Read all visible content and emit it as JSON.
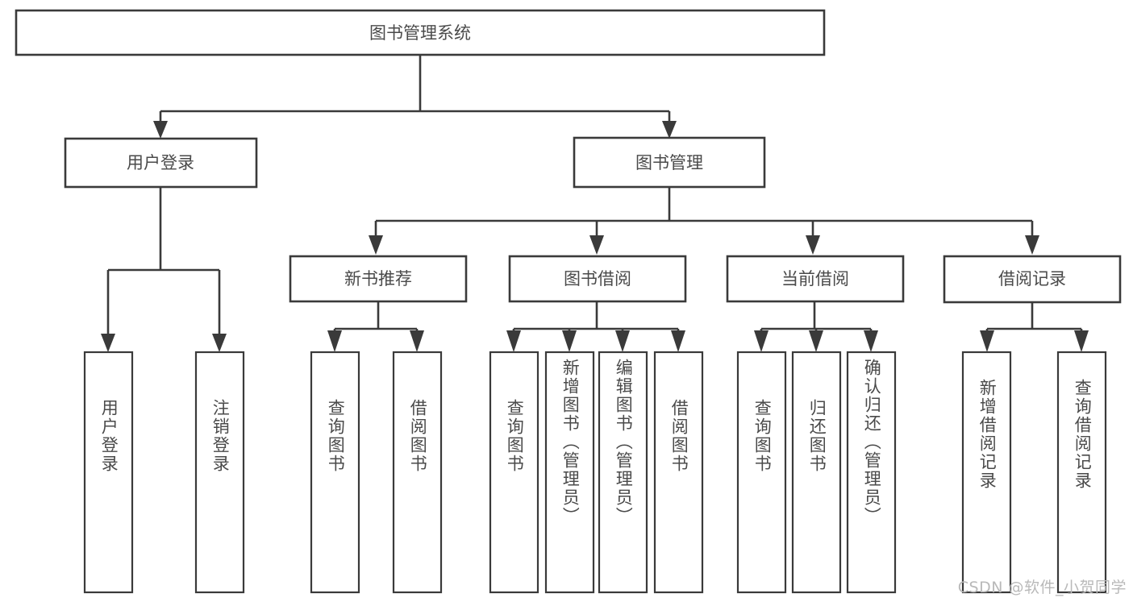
{
  "diagram": {
    "title": "图书管理系统",
    "type": "hierarchy-tree",
    "orientation": "top-down",
    "colors": {
      "stroke": "#3a3a3a",
      "box_fill": "#ffffff",
      "text": "#4a4a4a",
      "background": "#ffffff",
      "watermark": "#b9b9b9"
    },
    "levels": 4
  },
  "watermark": {
    "text": "CSDN @软件_小贺同学"
  },
  "nodes": {
    "root": {
      "label": "图书管理系统",
      "level": 1
    },
    "level2": [
      {
        "id": "user-login",
        "label": "用户登录"
      },
      {
        "id": "book-manage",
        "label": "图书管理"
      }
    ],
    "level3": [
      {
        "id": "new-book-recommend",
        "label": "新书推荐",
        "parent": "book-manage"
      },
      {
        "id": "book-borrow",
        "label": "图书借阅",
        "parent": "book-manage"
      },
      {
        "id": "current-borrow",
        "label": "当前借阅",
        "parent": "book-manage"
      },
      {
        "id": "borrow-record",
        "label": "借阅记录",
        "parent": "book-manage"
      }
    ],
    "leaves": [
      {
        "id": "leaf-user-login",
        "label": "用户登录",
        "parent": "user-login"
      },
      {
        "id": "leaf-user-logout",
        "label": "注销登录",
        "parent": "user-login"
      },
      {
        "id": "leaf-query-book-1",
        "label": "查询图书",
        "parent": "new-book-recommend"
      },
      {
        "id": "leaf-borrow-book-1",
        "label": "借阅图书",
        "parent": "new-book-recommend"
      },
      {
        "id": "leaf-query-book-2",
        "label": "查询图书",
        "parent": "book-borrow"
      },
      {
        "id": "leaf-add-book",
        "label": "新增图书（管理员）",
        "parent": "book-borrow"
      },
      {
        "id": "leaf-edit-book",
        "label": "编辑图书（管理员）",
        "parent": "book-borrow"
      },
      {
        "id": "leaf-borrow-book-2",
        "label": "借阅图书",
        "parent": "book-borrow"
      },
      {
        "id": "leaf-query-book-3",
        "label": "查询图书",
        "parent": "current-borrow"
      },
      {
        "id": "leaf-return-book",
        "label": "归还图书",
        "parent": "current-borrow"
      },
      {
        "id": "leaf-confirm-return",
        "label": "确认归还（管理员）",
        "parent": "current-borrow"
      },
      {
        "id": "leaf-add-record",
        "label": "新增借阅记录",
        "parent": "borrow-record"
      },
      {
        "id": "leaf-query-record",
        "label": "查询借阅记录",
        "parent": "borrow-record"
      }
    ]
  }
}
